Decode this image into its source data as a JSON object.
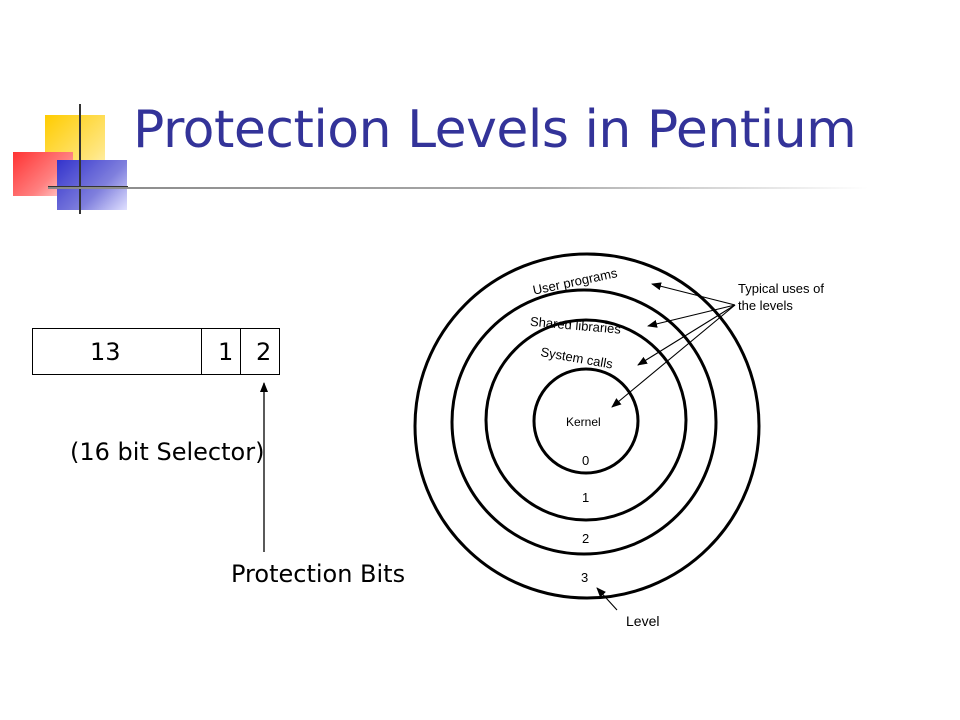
{
  "slide": {
    "title": "Protection Levels in Pentium"
  },
  "selector": {
    "fields": [
      "13",
      "1",
      "2"
    ],
    "caption": "(16 bit Selector)",
    "arrow_label": "Protection Bits"
  },
  "rings_diagram": {
    "ring_uses": [
      "User programs",
      "Shared libraries",
      "System calls",
      "Kernel"
    ],
    "level_numbers": [
      "0",
      "1",
      "2",
      "3"
    ],
    "callout": "Typical uses of\nthe levels",
    "callout_lines": [
      "Typical uses of",
      "the levels"
    ],
    "level_label": "Level"
  },
  "colors": {
    "title": "#333399",
    "deco_yellow": "#FFCC00",
    "deco_red": "#FF3333",
    "deco_blue": "#3333CC"
  }
}
